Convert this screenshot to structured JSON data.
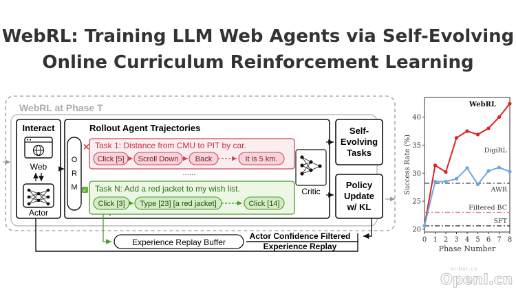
{
  "title_line1": "WebRL: Training LLM Web Agents via Self-Evolving",
  "title_line2": "Online Curriculum Reinforcement Learning",
  "diagram": {
    "phase_label": "WebRL at Phase T",
    "interact": {
      "header": "Interact",
      "web_label": "Web",
      "actor_label": "Actor"
    },
    "rollout": {
      "header": "Rollout Agent Trajectories",
      "orm_letters": [
        "O",
        "R",
        "M"
      ],
      "fail_mark": "×",
      "success_mark": "✓",
      "task1": {
        "label": "Task 1: Distance from CMU to PIT by car.",
        "steps": [
          "Click [5]",
          "Scroll Down",
          "Back",
          "It is 5 km."
        ]
      },
      "ellipsis": "······",
      "taskN": {
        "label": "Task N: Add a red jacket to my wish list.",
        "steps": [
          "Click [3]",
          "Type [23] [a red jacket]",
          "Click [14]"
        ]
      },
      "critic_label": "Critic"
    },
    "self_evolving": "Self-\nEvolving\nTasks",
    "policy_update": "Policy\nUpdate\nw/ KL",
    "replay_buffer": "Experience Replay Buffer",
    "filter_label_1": "Actor Confidence Filtered",
    "filter_label_2": "Experience Replay"
  },
  "chart_data": {
    "type": "line",
    "xlabel": "Phase Number",
    "ylabel": "Success Rate (%)",
    "x": [
      0,
      1,
      2,
      3,
      4,
      5,
      6,
      7,
      8
    ],
    "xlim": [
      0,
      8
    ],
    "ylim": [
      19.5,
      43.5
    ],
    "yticks": [
      20,
      25,
      30,
      35,
      40
    ],
    "series": [
      {
        "name": "WebRL",
        "color": "#e0201e",
        "values": [
          20.6,
          31.4,
          30.2,
          36.3,
          37.5,
          36.9,
          38.0,
          40.0,
          42.4
        ]
      },
      {
        "name": "DigiRL",
        "color": "#6aa8df",
        "values": [
          20.6,
          28.5,
          28.5,
          29.0,
          30.9,
          28.0,
          30.4,
          31.0,
          30.3
        ]
      }
    ],
    "baselines": [
      {
        "name": "AWR",
        "value": 28.2,
        "color": "#4a4a4a",
        "style": "dashdot"
      },
      {
        "name": "Filtered BC",
        "value": 23.0,
        "color": "#d98a95",
        "style": "dashdot"
      },
      {
        "name": "SFT",
        "value": 20.6,
        "color": "#222222",
        "style": "dashdot"
      }
    ]
  },
  "footer": {
    "sub": "ai-bot.cn",
    "logo": "OpenI.cn"
  }
}
